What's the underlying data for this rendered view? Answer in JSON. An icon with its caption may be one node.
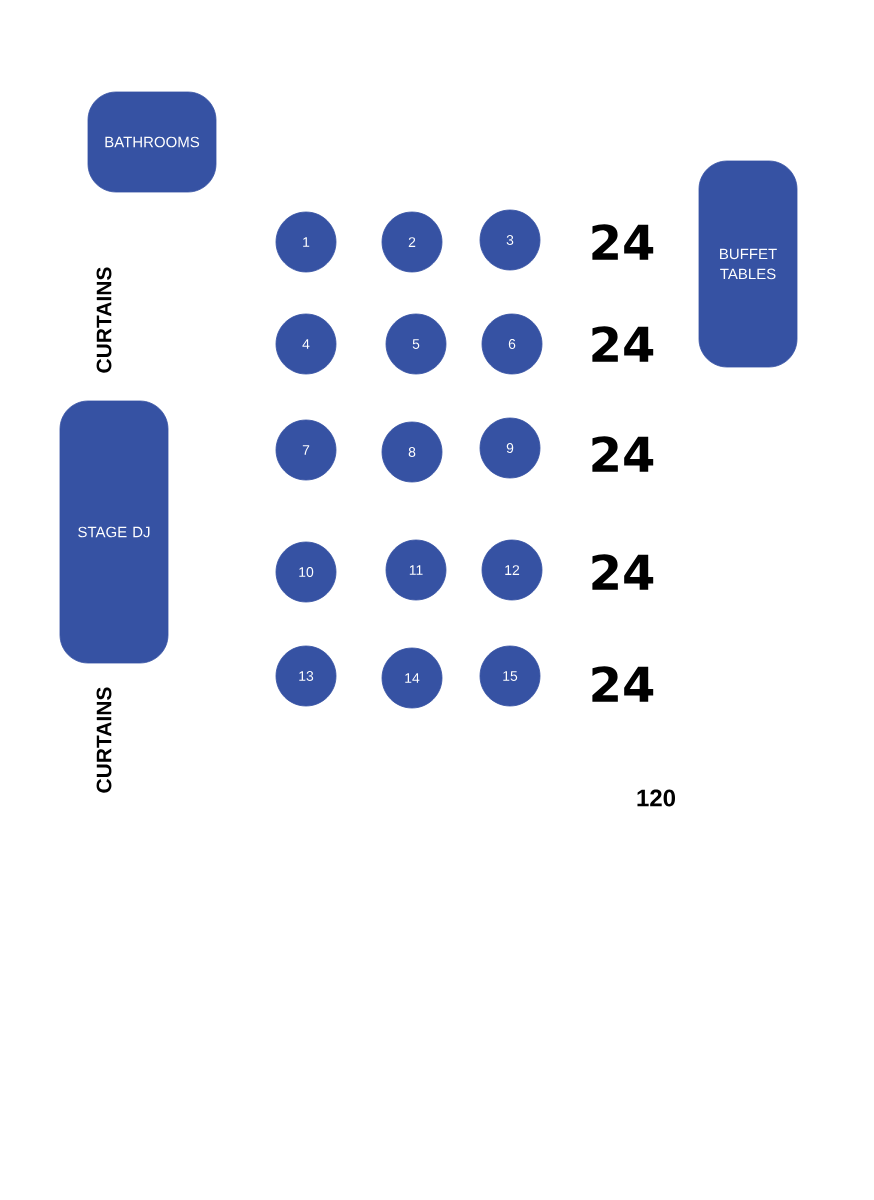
{
  "diagram": {
    "nodes": [
      {
        "text": [
          "BATHROOMS"
        ]
      },
      {
        "text": [
          "BUFFET TABLES"
        ]
      },
      {
        "text": [
          "STAGE DJ"
        ]
      },
      {
        "text": [
          "1"
        ]
      },
      {
        "text": [
          "2"
        ]
      },
      {
        "text": [
          "3"
        ]
      },
      {
        "text": [
          "4"
        ]
      },
      {
        "text": [
          "5"
        ]
      },
      {
        "text": [
          "6"
        ]
      },
      {
        "text": [
          "7"
        ]
      },
      {
        "text": [
          "8"
        ]
      },
      {
        "text": [
          "9"
        ]
      },
      {
        "text": [
          "10"
        ]
      },
      {
        "text": [
          "11"
        ]
      },
      {
        "text": [
          "12"
        ]
      },
      {
        "text": [
          "13"
        ]
      },
      {
        "text": [
          "14"
        ]
      },
      {
        "text": [
          "15"
        ]
      }
    ],
    "labels": [
      "24",
      "CURTAINS",
      "24",
      "24",
      "24",
      "24",
      "CURTAINS",
      "120"
    ]
  }
}
